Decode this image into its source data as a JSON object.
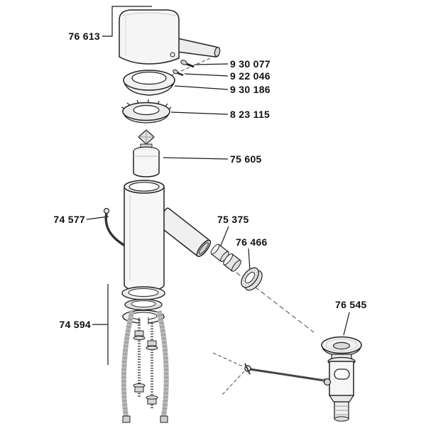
{
  "colors": {
    "background": "#ffffff",
    "line": "#1a1a1a"
  },
  "labels": [
    {
      "id": "76613",
      "text": "76 613"
    },
    {
      "id": "930077",
      "text": "9 30 077"
    },
    {
      "id": "922046",
      "text": "9 22 046"
    },
    {
      "id": "930186",
      "text": "9 30 186"
    },
    {
      "id": "823115",
      "text": "8 23 115"
    },
    {
      "id": "75605",
      "text": "75 605"
    },
    {
      "id": "74577",
      "text": "74 577"
    },
    {
      "id": "75375",
      "text": "75 375"
    },
    {
      "id": "76466",
      "text": "76 466"
    },
    {
      "id": "74594",
      "text": "74 594"
    },
    {
      "id": "76545",
      "text": "76 545"
    }
  ]
}
